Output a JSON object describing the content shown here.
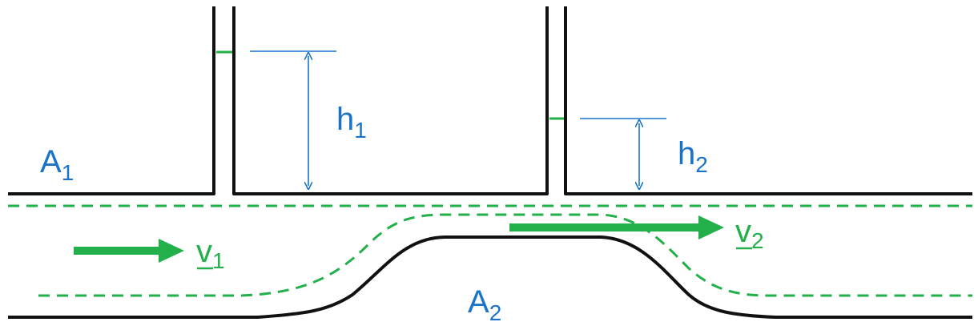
{
  "labels": {
    "area_inlet": {
      "main": "A",
      "sub": "1"
    },
    "area_throat": {
      "main": "A",
      "sub": "2"
    },
    "height_1": {
      "main": "h",
      "sub": "1"
    },
    "height_2": {
      "main": "h",
      "sub": "2"
    },
    "velocity_1": {
      "main": "v",
      "sub": "1"
    },
    "velocity_2": {
      "main": "v",
      "sub": "2"
    }
  },
  "colors": {
    "wall": "#111111",
    "streamline": "#22b04a",
    "measurement": "#1a73c8"
  },
  "icons": {
    "velocity_arrow_1": "right-arrow",
    "velocity_arrow_2": "right-arrow",
    "height_arrow_1": "double-vertical-arrow",
    "height_arrow_2": "double-vertical-arrow"
  }
}
